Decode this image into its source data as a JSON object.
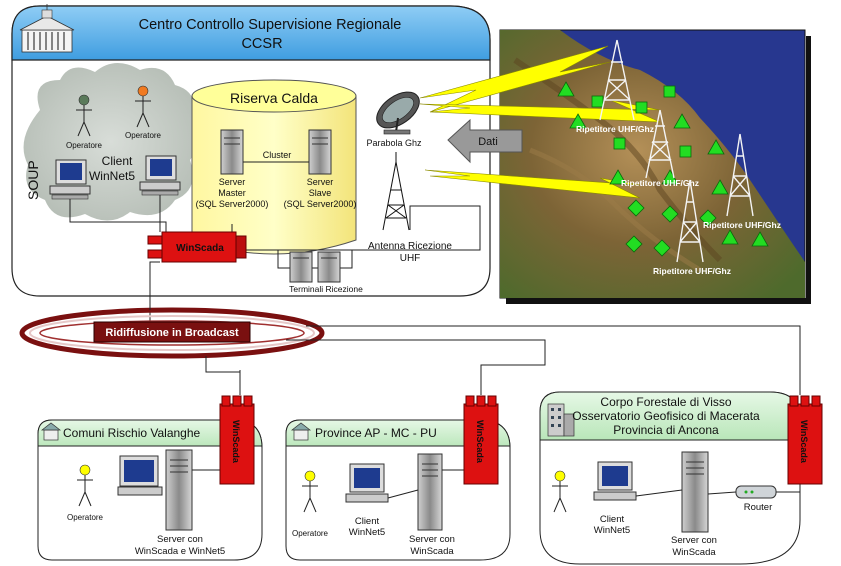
{
  "ccsr": {
    "title": "Centro Controllo Supervisione Regionale",
    "subtitle": "CCSR",
    "soup_label": "SOUP",
    "operator_label": "Operatore",
    "client_label_1": "Client",
    "client_label_2": "WinNet5",
    "riserva_title": "Riserva Calda",
    "cluster_label": "Cluster",
    "server_master_lines": [
      "Server",
      "Master",
      "(SQL Server2000)"
    ],
    "server_slave_lines": [
      "Server",
      "Slave",
      "(SQL Server2000)"
    ],
    "winscada_label": "WinScada",
    "terminali_label": "Terminali Ricezione",
    "parabola_label": "Parabola Ghz",
    "antenna_label_1": "Antenna Ricezione",
    "antenna_label_2": "UHF"
  },
  "map": {
    "dati_label": "Dati",
    "repeater_labels": [
      "Ripetitore UHF/Ghz",
      "Ripetitore UHF/Ghz",
      "Ripetitore UHF/Ghz",
      "Ripetitore UHF/Ghz"
    ]
  },
  "broadcast": {
    "label": "Ridiffusione in Broadcast"
  },
  "sites": [
    {
      "title": "Comuni Rischio Valanghe",
      "operator_label": "Operatore",
      "server_label_1": "Server con",
      "server_label_2": "WinScada e WinNet5",
      "winscada_label": "WinScada"
    },
    {
      "title": "Province AP - MC - PU",
      "operator_label": "Operatore",
      "client_label_1": "Client",
      "client_label_2": "WinNet5",
      "server_label_1": "Server con",
      "server_label_2": "WinScada",
      "winscada_label": "WinScada"
    },
    {
      "title_lines": [
        "Corpo Forestale di Visso",
        "Osservatorio Geofisico di Macerata",
        "Provincia di Ancona"
      ],
      "client_label_1": "Client",
      "client_label_2": "WinNet5",
      "server_label_1": "Server con",
      "server_label_2": "WinScada",
      "router_label": "Router",
      "winscada_label": "WinScada"
    }
  ],
  "colors": {
    "ccsr_header": "#4aa6e6",
    "ccsr_body": "#ffffff",
    "site_header": "#c8ecc8",
    "riserva_fill": "#ffff99",
    "winscada_red": "#dd1111",
    "map_sea": "#27378f",
    "map_land": "#8a6a3a",
    "station_green": "#22dd22",
    "flash_yellow": "#ffff00",
    "broadcast_ring": "#7a1010"
  }
}
